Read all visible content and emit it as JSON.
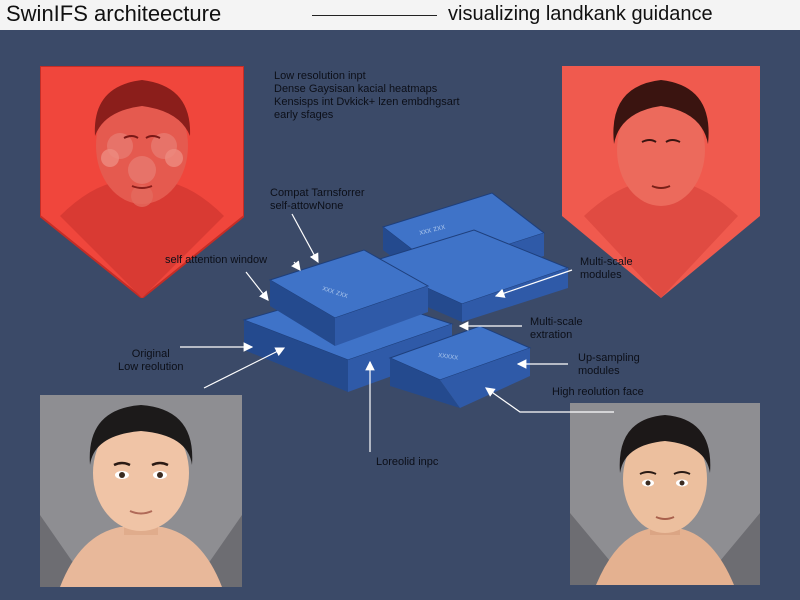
{
  "header": {
    "title_left": "SwinIFS architeecture",
    "title_right": "visualizing landkank guidance"
  },
  "notes": {
    "heatmap_lines": [
      "Low resolution inpt",
      "Dense Gaysisan kacial heatmaps",
      "Kensisps int Dvkick+ lzen embdhgsart",
      "early sfages"
    ]
  },
  "labels": {
    "compact_transformer_1": "Compat Tarnsforrer",
    "compact_transformer_2": "self-attowNone",
    "self_attention_window": "self attention window",
    "multiscale_modules_1": "Multi-scale",
    "multiscale_modules_2": "modules",
    "multiscale_extraction_1": "Multi-scale",
    "multiscale_extraction_2": "extration",
    "original_1": "Original",
    "original_2": "Low reolution",
    "upsampling_1": "Up-sampling",
    "upsampling_2": "modules",
    "high_res_face": "High reolution face",
    "lowres_input": "Loreolid inpc"
  },
  "block_texts": {
    "top_back": "xxx  zxx",
    "front_left": "xxx  zxx",
    "front_right": "xxxxx"
  },
  "colors": {
    "background": "#3b4a68",
    "heatmap_red": "#f0463c",
    "block_top": "#3f73c8",
    "block_front": "#2f5aa8",
    "block_side": "#244a8e",
    "face_panel_gray": "#8e8e92"
  }
}
